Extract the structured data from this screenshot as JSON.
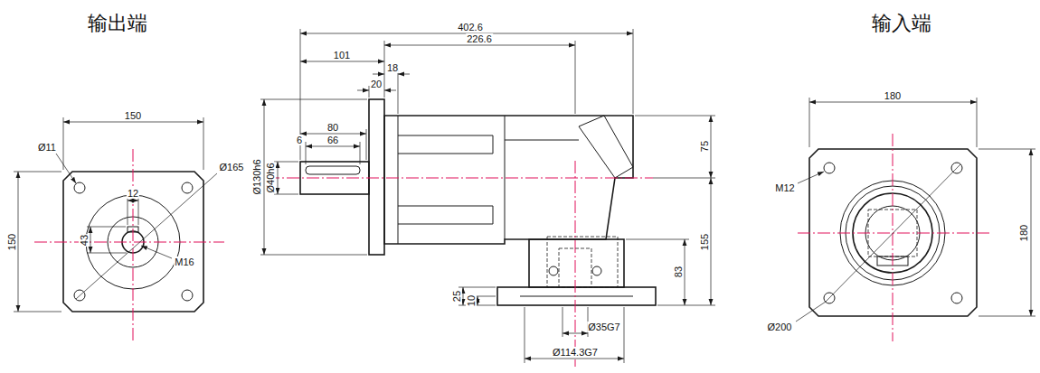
{
  "diagram": {
    "labels": [
      "输出端",
      "输入端",
      "402.6",
      "226.6",
      "101",
      "18",
      "20",
      "80",
      "6",
      "66",
      "Ø130h6",
      "Ø40h6",
      "75",
      "155",
      "83",
      "25",
      "10",
      "Ø35G7",
      "Ø114.3G7",
      "150",
      "150",
      "Ø11",
      "12",
      "43",
      "M16",
      "Ø165",
      "180",
      "180",
      "M12",
      "Ø200"
    ]
  }
}
